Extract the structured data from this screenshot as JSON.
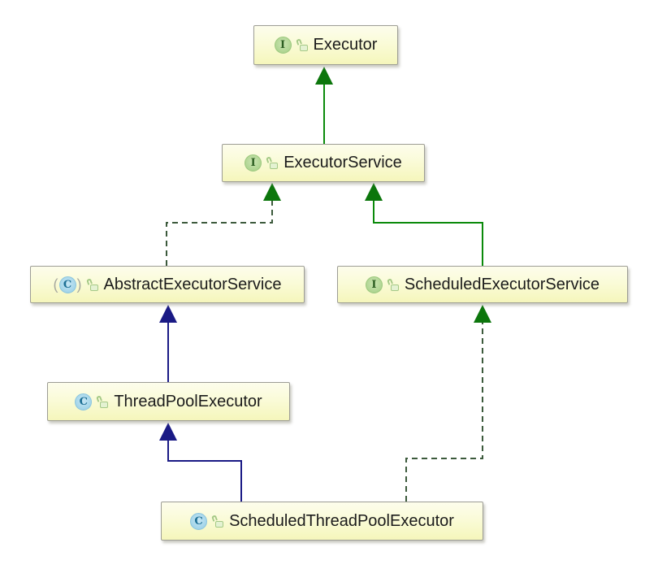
{
  "diagram": {
    "type": "uml-class-diagram",
    "nodes": [
      {
        "label": "Executor",
        "kind": "interface",
        "visibility": "public"
      },
      {
        "label": "ExecutorService",
        "kind": "interface",
        "visibility": "public"
      },
      {
        "label": "AbstractExecutorService",
        "kind": "abstract-class",
        "visibility": "public"
      },
      {
        "label": "ScheduledExecutorService",
        "kind": "interface",
        "visibility": "public"
      },
      {
        "label": "ThreadPoolExecutor",
        "kind": "class",
        "visibility": "public"
      },
      {
        "label": "ScheduledThreadPoolExecutor",
        "kind": "class",
        "visibility": "public"
      }
    ],
    "edges": [
      {
        "from": "ExecutorService",
        "to": "Executor",
        "relation": "extends",
        "line": "solid",
        "color_role": "interface-extends-green"
      },
      {
        "from": "AbstractExecutorService",
        "to": "ExecutorService",
        "relation": "implements",
        "line": "dashed",
        "color_role": "implements-dark-green"
      },
      {
        "from": "ScheduledExecutorService",
        "to": "ExecutorService",
        "relation": "extends",
        "line": "solid",
        "color_role": "interface-extends-green"
      },
      {
        "from": "ThreadPoolExecutor",
        "to": "AbstractExecutorService",
        "relation": "extends",
        "line": "solid",
        "color_role": "class-extends-blue"
      },
      {
        "from": "ScheduledThreadPoolExecutor",
        "to": "ThreadPoolExecutor",
        "relation": "extends",
        "line": "solid",
        "color_role": "class-extends-blue"
      },
      {
        "from": "ScheduledThreadPoolExecutor",
        "to": "ScheduledExecutorService",
        "relation": "implements",
        "line": "dashed",
        "color_role": "implements-dark-green"
      }
    ],
    "icons": {
      "interface_letter": "I",
      "class_letter": "C",
      "abstract_paren_open": "(",
      "abstract_paren_close": ")"
    },
    "colors": {
      "extends_green": "#0a8a0a",
      "arrowhead_green": "#0c760c",
      "implements_green": "#3c5a3c",
      "extends_blue": "#1a1a85",
      "node_border": "#9d9d95",
      "interface_icon_green": "#b1d694",
      "class_icon_blue": "#a6d6ea"
    }
  }
}
